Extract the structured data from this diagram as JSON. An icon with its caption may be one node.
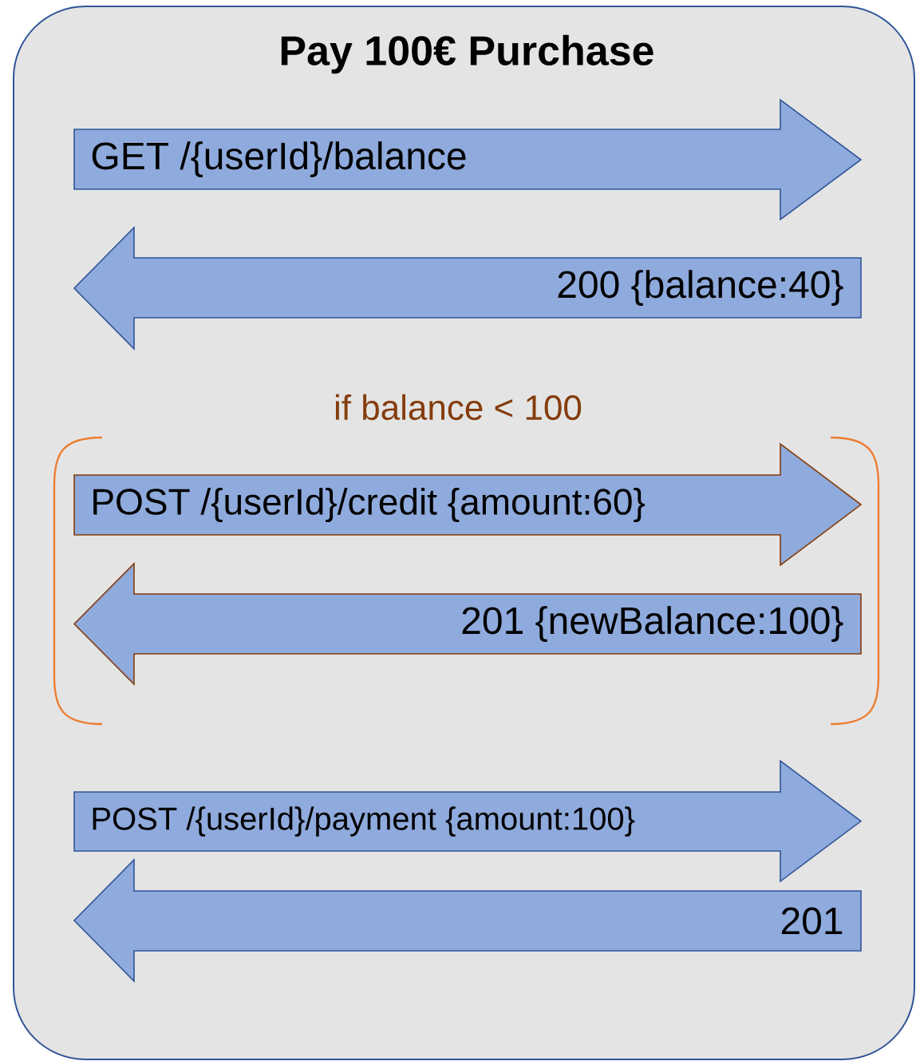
{
  "diagram": {
    "nodes": [
      {
        "text": [
          "Pay 100€ Purchase"
        ]
      },
      {
        "text": [
          "GET /{userId}/balance"
        ],
        "in": 0
      },
      {
        "text": [
          "200 {balance:40}"
        ],
        "in": 0
      },
      {
        "text": [
          "if balance < 100"
        ],
        "in": 0
      },
      {
        "text": [
          "POST /{userId}/credit {amount:60}"
        ],
        "in": 3
      },
      {
        "text": [
          "201 {newBalance:100}"
        ],
        "in": 3
      },
      {
        "text": [
          "POST /{userId}/payment {amount:100}"
        ],
        "in": 0
      },
      {
        "text": [
          "201"
        ],
        "in": 0
      }
    ]
  }
}
